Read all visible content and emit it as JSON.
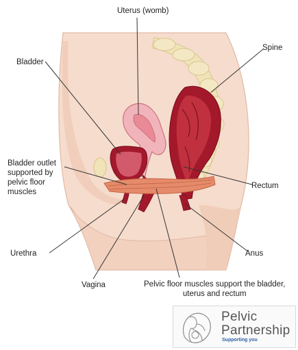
{
  "labels": {
    "uterus": "Uterus (womb)",
    "spine": "Spine",
    "bladder": "Bladder",
    "bladder_outlet": "Bladder outlet\nsupported by\npelvic floor\nmuscles",
    "rectum": "Rectum",
    "urethra": "Urethra",
    "anus": "Anus",
    "vagina": "Vagina",
    "pelvic_floor": "Pelvic floor muscles support the bladder,\nuterus and rectum"
  },
  "logo": {
    "brand": "Pelvic\nPartnership",
    "tagline": "Supporting you"
  },
  "colors": {
    "skin": "#f6dccd",
    "skin_dark": "#e9c2ad",
    "bone": "#f1e3b8",
    "bone_outline": "#d8c68e",
    "organ_dark": "#a3192b",
    "organ_light": "#e98a96",
    "uterus_pink": "#f2b4bb",
    "muscle": "#e58a6a",
    "line": "#333333",
    "tagline": "#2a5fa8"
  }
}
